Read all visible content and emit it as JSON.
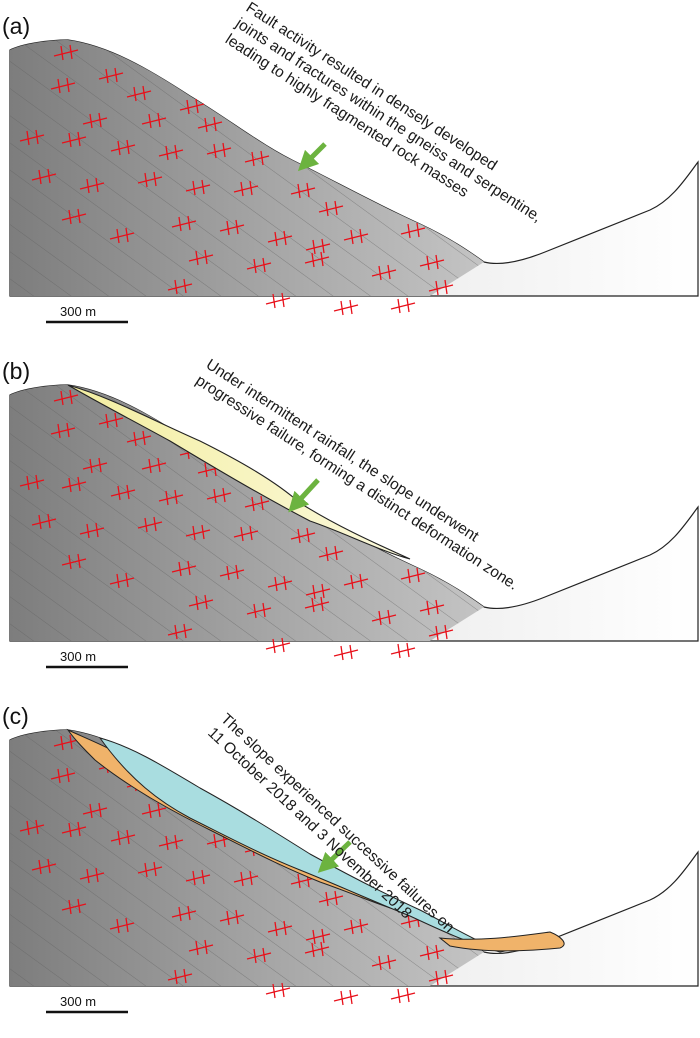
{
  "panels": [
    {
      "label": "(a)",
      "annotation_lines": [
        "Fault activity resulted in densely developed",
        "joints and fractures within the gneiss and serpentine,",
        "leading to highly fragmented rock masses"
      ],
      "scale_label": "300 m"
    },
    {
      "label": "(b)",
      "annotation_lines": [
        "Under intermittent rainfall, the slope underwent",
        "progressive failure, forming a distinct deformation zone."
      ],
      "scale_label": "300 m"
    },
    {
      "label": "(c)",
      "annotation_lines": [
        "The slope experienced successive failures on",
        "11 October 2018 and 3 November 2018"
      ],
      "scale_label": "300 m"
    }
  ],
  "colors": {
    "rock": "#8f8f8f",
    "valley": "#f2f2f2",
    "fracture": "#e8101a",
    "arrow": "#6cb33f",
    "deformation_zone": "#f7f4b8",
    "failure_deposit_orange": "#f0b36a",
    "failure_deposit_blue": "#a9dde0"
  }
}
